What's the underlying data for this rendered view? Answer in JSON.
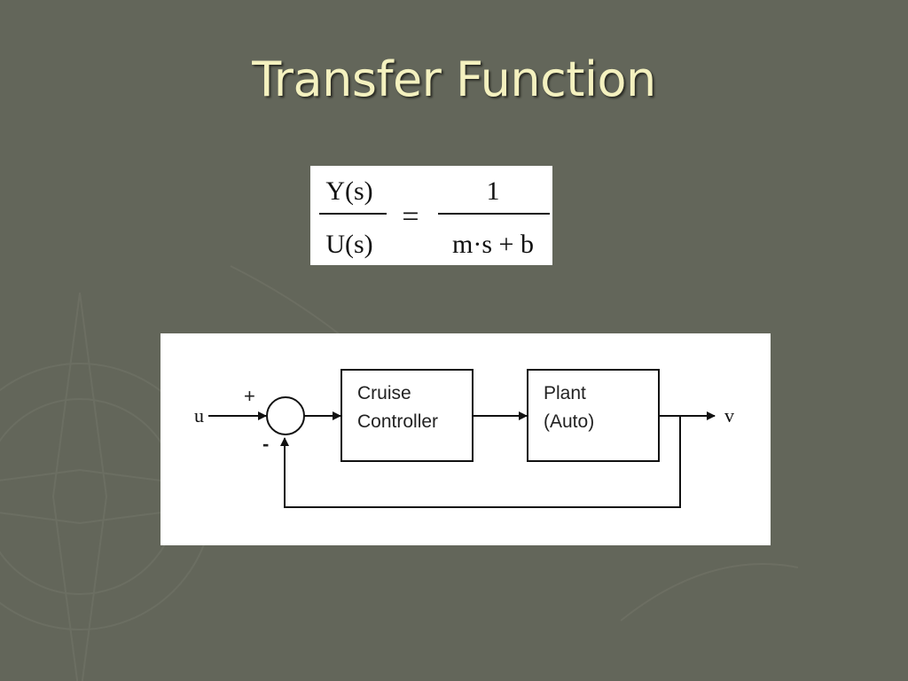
{
  "slide": {
    "title": "Transfer Function"
  },
  "formula": {
    "lhs_numerator": "Y(s)",
    "lhs_denominator": "U(s)",
    "equals": "=",
    "rhs_numerator": "1",
    "rhs_denominator": "m·s + b"
  },
  "diagram": {
    "input_label": "u",
    "output_label": "v",
    "summing_plus": "+",
    "summing_minus": "-",
    "controller_line1": "Cruise",
    "controller_line2": "Controller",
    "plant_line1": "Plant",
    "plant_line2": "(Auto)"
  },
  "colors": {
    "background": "#63665a",
    "title": "#f4f1bf",
    "panel": "#ffffff",
    "ink": "#111111"
  }
}
